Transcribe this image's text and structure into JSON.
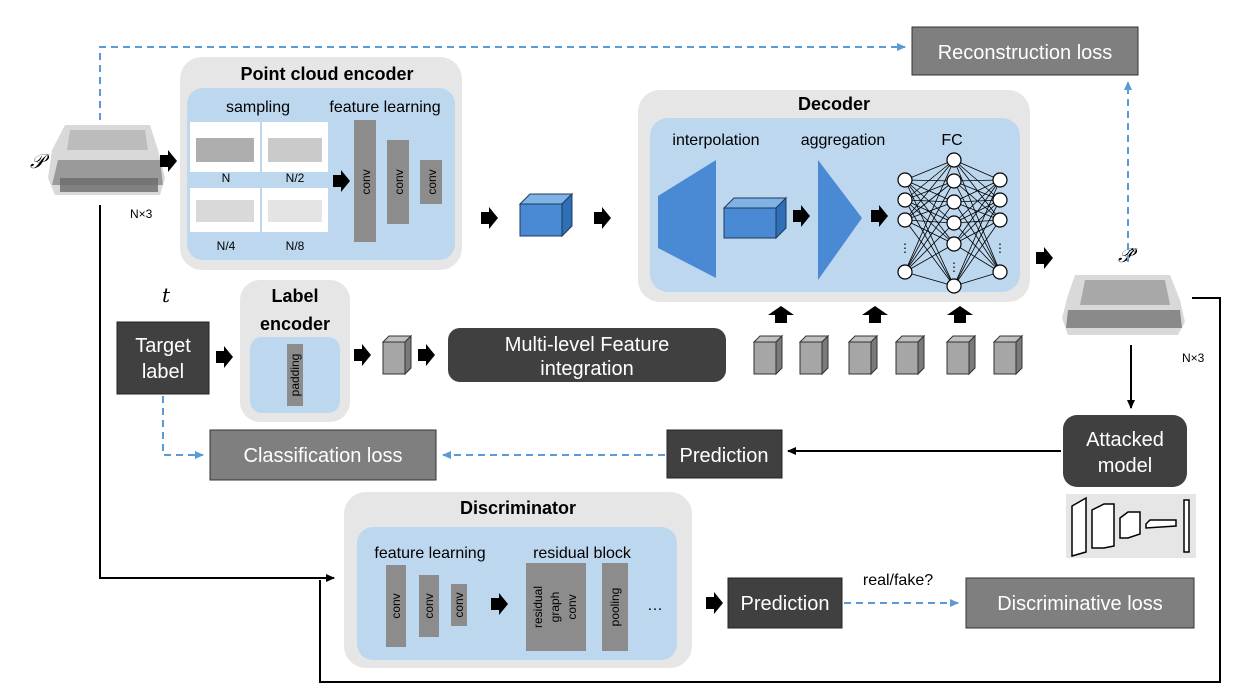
{
  "symbols": {
    "input_cloud": "𝒫",
    "output_cloud": "𝒫̂",
    "target": "t"
  },
  "dims": {
    "input": "N×3",
    "output": "N×3"
  },
  "boxes": {
    "reconstruction_loss": "Reconstruction loss",
    "classification_loss": "Classification loss",
    "discriminative_loss": "Discriminative loss",
    "target_label_1": "Target",
    "target_label_2": "label",
    "prediction_top": "Prediction",
    "prediction_bottom": "Prediction",
    "attacked_model_1": "Attacked",
    "attacked_model_2": "model",
    "multilevel_1": "Multi-level Feature",
    "multilevel_2": "integration"
  },
  "point_cloud_encoder": {
    "title": "Point cloud encoder",
    "sampling": "sampling",
    "feature_learning": "feature learning",
    "scales": [
      "N",
      "N/2",
      "N/4",
      "N/8"
    ],
    "conv": "conv"
  },
  "label_encoder": {
    "title_1": "Label",
    "title_2": "encoder",
    "padding": "padding"
  },
  "decoder": {
    "title": "Decoder",
    "interpolation": "interpolation",
    "aggregation": "aggregation",
    "fc": "FC",
    "ellipsis": "⋮"
  },
  "discriminator": {
    "title": "Discriminator",
    "feature_learning": "feature learning",
    "residual_block": "residual block",
    "conv": "conv",
    "residual_1": "residual",
    "residual_2": "graph",
    "residual_3": "conv",
    "pooling": "pooling",
    "ellipsis": "…"
  },
  "edge_labels": {
    "real_fake": "real/fake?"
  },
  "colors": {
    "panel_grey": "#e6e6e6",
    "inner_blue": "#bdd7ee",
    "shape_blue": "#4a8ad4",
    "dark_box": "#404040",
    "mid_box": "#7f7f7f",
    "dashed_blue": "#5b9bd5"
  }
}
